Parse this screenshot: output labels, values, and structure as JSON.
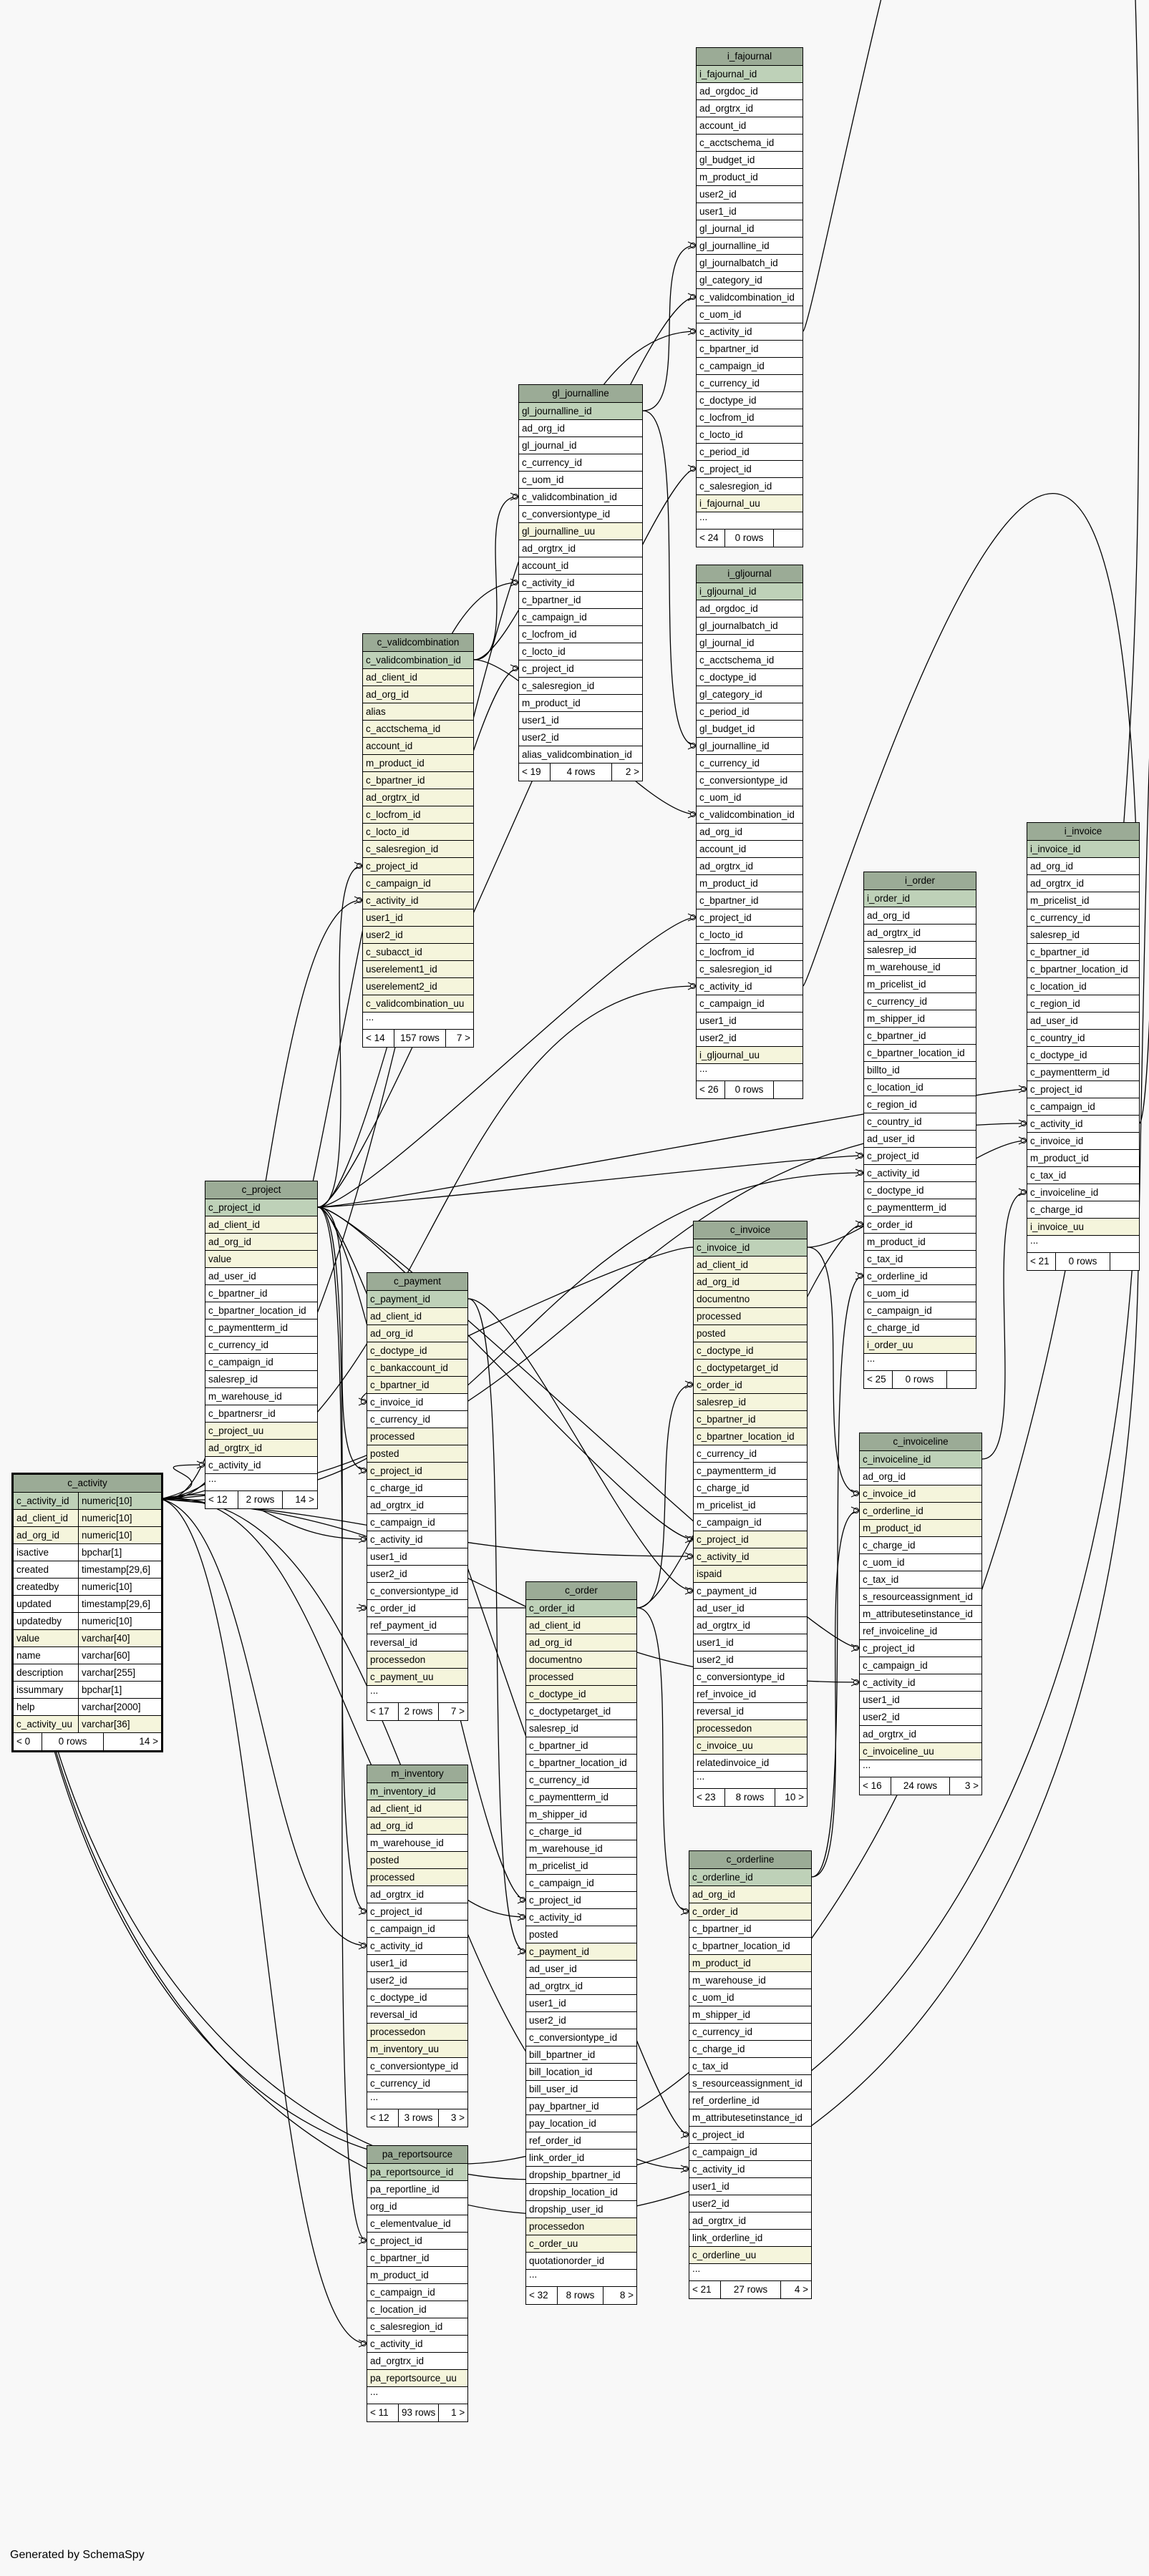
{
  "footer_text": "Generated by SchemaSpy",
  "colors": {
    "header": "#9bab96",
    "pk": "#bed1b8",
    "indexed": "#f5f5dc",
    "edge": "#000000",
    "background": "#f8f8f8"
  },
  "tables": {
    "i_fajournal": {
      "title": "i_fajournal",
      "rows": [
        "i_fajournal_id",
        "ad_orgdoc_id",
        "ad_orgtrx_id",
        "account_id",
        "c_acctschema_id",
        "gl_budget_id",
        "m_product_id",
        "user2_id",
        "user1_id",
        "gl_journal_id",
        "gl_journalline_id",
        "gl_journalbatch_id",
        "gl_category_id",
        "c_validcombination_id",
        "c_uom_id",
        "c_activity_id",
        "c_bpartner_id",
        "c_campaign_id",
        "c_currency_id",
        "c_doctype_id",
        "c_locfrom_id",
        "c_locto_id",
        "c_period_id",
        "c_project_id",
        "c_salesregion_id",
        "i_fajournal_uu",
        "..."
      ],
      "footer": [
        "< 24",
        "0 rows",
        ""
      ]
    },
    "gl_journalline": {
      "title": "gl_journalline",
      "rows": [
        "gl_journalline_id",
        "ad_org_id",
        "gl_journal_id",
        "c_currency_id",
        "c_uom_id",
        "c_validcombination_id",
        "c_conversiontype_id",
        "gl_journalline_uu",
        "ad_orgtrx_id",
        "account_id",
        "c_activity_id",
        "c_bpartner_id",
        "c_campaign_id",
        "c_locfrom_id",
        "c_locto_id",
        "c_project_id",
        "c_salesregion_id",
        "m_product_id",
        "user1_id",
        "user2_id",
        "alias_validcombination_id"
      ],
      "footer": [
        "< 19",
        "4 rows",
        "2 >"
      ]
    },
    "i_gljournal": {
      "title": "i_gljournal",
      "rows": [
        "i_gljournal_id",
        "ad_orgdoc_id",
        "gl_journalbatch_id",
        "gl_journal_id",
        "c_acctschema_id",
        "c_doctype_id",
        "gl_category_id",
        "c_period_id",
        "gl_budget_id",
        "gl_journalline_id",
        "c_currency_id",
        "c_conversiontype_id",
        "c_uom_id",
        "c_validcombination_id",
        "ad_org_id",
        "account_id",
        "ad_orgtrx_id",
        "m_product_id",
        "c_bpartner_id",
        "c_project_id",
        "c_locto_id",
        "c_locfrom_id",
        "c_salesregion_id",
        "c_activity_id",
        "c_campaign_id",
        "user1_id",
        "user2_id",
        "i_gljournal_uu",
        "..."
      ],
      "footer": [
        "< 26",
        "0 rows",
        ""
      ]
    },
    "c_validcombination": {
      "title": "c_validcombination",
      "rows": [
        "c_validcombination_id",
        "ad_client_id",
        "ad_org_id",
        "alias",
        "c_acctschema_id",
        "account_id",
        "m_product_id",
        "c_bpartner_id",
        "ad_orgtrx_id",
        "c_locfrom_id",
        "c_locto_id",
        "c_salesregion_id",
        "c_project_id",
        "c_campaign_id",
        "c_activity_id",
        "user1_id",
        "user2_id",
        "c_subacct_id",
        "userelement1_id",
        "userelement2_id",
        "c_validcombination_uu",
        "..."
      ],
      "footer": [
        "< 14",
        "157 rows",
        "7 >"
      ]
    },
    "i_invoice": {
      "title": "i_invoice",
      "rows": [
        "i_invoice_id",
        "ad_org_id",
        "ad_orgtrx_id",
        "m_pricelist_id",
        "c_currency_id",
        "salesrep_id",
        "c_bpartner_id",
        "c_bpartner_location_id",
        "c_location_id",
        "c_region_id",
        "ad_user_id",
        "c_country_id",
        "c_doctype_id",
        "c_paymentterm_id",
        "c_project_id",
        "c_campaign_id",
        "c_activity_id",
        "c_invoice_id",
        "m_product_id",
        "c_tax_id",
        "c_invoiceline_id",
        "c_charge_id",
        "i_invoice_uu",
        "..."
      ],
      "footer": [
        "< 21",
        "0 rows",
        ""
      ]
    },
    "i_order": {
      "title": "i_order",
      "rows": [
        "i_order_id",
        "ad_org_id",
        "ad_orgtrx_id",
        "salesrep_id",
        "m_warehouse_id",
        "m_pricelist_id",
        "c_currency_id",
        "m_shipper_id",
        "c_bpartner_id",
        "c_bpartner_location_id",
        "billto_id",
        "c_location_id",
        "c_region_id",
        "c_country_id",
        "ad_user_id",
        "c_project_id",
        "c_activity_id",
        "c_doctype_id",
        "c_paymentterm_id",
        "c_order_id",
        "m_product_id",
        "c_tax_id",
        "c_orderline_id",
        "c_uom_id",
        "c_campaign_id",
        "c_charge_id",
        "i_order_uu",
        "..."
      ],
      "footer": [
        "< 25",
        "0 rows",
        ""
      ]
    },
    "c_project": {
      "title": "c_project",
      "rows": [
        "c_project_id",
        "ad_client_id",
        "ad_org_id",
        "value",
        "ad_user_id",
        "c_bpartner_id",
        "c_bpartner_location_id",
        "c_paymentterm_id",
        "c_currency_id",
        "c_campaign_id",
        "salesrep_id",
        "m_warehouse_id",
        "c_bpartnersr_id",
        "c_project_uu",
        "ad_orgtrx_id",
        "c_activity_id",
        "..."
      ],
      "footer": [
        "< 12",
        "2 rows",
        "14 >"
      ]
    },
    "c_invoice": {
      "title": "c_invoice",
      "rows": [
        "c_invoice_id",
        "ad_client_id",
        "ad_org_id",
        "documentno",
        "processed",
        "posted",
        "c_doctype_id",
        "c_doctypetarget_id",
        "c_order_id",
        "salesrep_id",
        "c_bpartner_id",
        "c_bpartner_location_id",
        "c_currency_id",
        "c_paymentterm_id",
        "c_charge_id",
        "m_pricelist_id",
        "c_campaign_id",
        "c_project_id",
        "c_activity_id",
        "ispaid",
        "c_payment_id",
        "ad_user_id",
        "ad_orgtrx_id",
        "user1_id",
        "user2_id",
        "c_conversiontype_id",
        "ref_invoice_id",
        "reversal_id",
        "processedon",
        "c_invoice_uu",
        "relatedinvoice_id",
        "..."
      ],
      "footer": [
        "< 23",
        "8 rows",
        "10 >"
      ]
    },
    "c_payment": {
      "title": "c_payment",
      "rows": [
        "c_payment_id",
        "ad_client_id",
        "ad_org_id",
        "c_doctype_id",
        "c_bankaccount_id",
        "c_bpartner_id",
        "c_invoice_id",
        "c_currency_id",
        "processed",
        "posted",
        "c_project_id",
        "c_charge_id",
        "ad_orgtrx_id",
        "c_campaign_id",
        "c_activity_id",
        "user1_id",
        "user2_id",
        "c_conversiontype_id",
        "c_order_id",
        "ref_payment_id",
        "reversal_id",
        "processedon",
        "c_payment_uu",
        "..."
      ],
      "footer": [
        "< 17",
        "2 rows",
        "7 >"
      ]
    },
    "c_activity": {
      "title": "c_activity",
      "rows": [
        [
          "c_activity_id",
          "numeric[10]"
        ],
        [
          "ad_client_id",
          "numeric[10]"
        ],
        [
          "ad_org_id",
          "numeric[10]"
        ],
        [
          "isactive",
          "bpchar[1]"
        ],
        [
          "created",
          "timestamp[29,6]"
        ],
        [
          "createdby",
          "numeric[10]"
        ],
        [
          "updated",
          "timestamp[29,6]"
        ],
        [
          "updatedby",
          "numeric[10]"
        ],
        [
          "value",
          "varchar[40]"
        ],
        [
          "name",
          "varchar[60]"
        ],
        [
          "description",
          "varchar[255]"
        ],
        [
          "issummary",
          "bpchar[1]"
        ],
        [
          "help",
          "varchar[2000]"
        ],
        [
          "c_activity_uu",
          "varchar[36]"
        ]
      ],
      "footer": [
        "< 0",
        "0 rows",
        "14 >"
      ]
    },
    "c_invoiceline": {
      "title": "c_invoiceline",
      "rows": [
        "c_invoiceline_id",
        "ad_org_id",
        "c_invoice_id",
        "c_orderline_id",
        "m_product_id",
        "c_charge_id",
        "c_uom_id",
        "c_tax_id",
        "s_resourceassignment_id",
        "m_attributesetinstance_id",
        "ref_invoiceline_id",
        "c_project_id",
        "c_campaign_id",
        "c_activity_id",
        "user1_id",
        "user2_id",
        "ad_orgtrx_id",
        "c_invoiceline_uu",
        "..."
      ],
      "footer": [
        "< 16",
        "24 rows",
        "3 >"
      ]
    },
    "c_order": {
      "title": "c_order",
      "rows": [
        "c_order_id",
        "ad_client_id",
        "ad_org_id",
        "documentno",
        "processed",
        "c_doctype_id",
        "c_doctypetarget_id",
        "salesrep_id",
        "c_bpartner_id",
        "c_bpartner_location_id",
        "c_currency_id",
        "c_paymentterm_id",
        "m_shipper_id",
        "c_charge_id",
        "m_warehouse_id",
        "m_pricelist_id",
        "c_campaign_id",
        "c_project_id",
        "c_activity_id",
        "posted",
        "c_payment_id",
        "ad_user_id",
        "ad_orgtrx_id",
        "user1_id",
        "user2_id",
        "c_conversiontype_id",
        "bill_bpartner_id",
        "bill_location_id",
        "bill_user_id",
        "pay_bpartner_id",
        "pay_location_id",
        "ref_order_id",
        "link_order_id",
        "dropship_bpartner_id",
        "dropship_location_id",
        "dropship_user_id",
        "processedon",
        "c_order_uu",
        "quotationorder_id",
        "..."
      ],
      "footer": [
        "< 32",
        "8 rows",
        "8 >"
      ]
    },
    "m_inventory": {
      "title": "m_inventory",
      "rows": [
        "m_inventory_id",
        "ad_client_id",
        "ad_org_id",
        "m_warehouse_id",
        "posted",
        "processed",
        "ad_orgtrx_id",
        "c_project_id",
        "c_campaign_id",
        "c_activity_id",
        "user1_id",
        "user2_id",
        "c_doctype_id",
        "reversal_id",
        "processedon",
        "m_inventory_uu",
        "c_conversiontype_id",
        "c_currency_id",
        "..."
      ],
      "footer": [
        "< 12",
        "3 rows",
        "3 >"
      ]
    },
    "c_orderline": {
      "title": "c_orderline",
      "rows": [
        "c_orderline_id",
        "ad_org_id",
        "c_order_id",
        "c_bpartner_id",
        "c_bpartner_location_id",
        "m_product_id",
        "m_warehouse_id",
        "c_uom_id",
        "m_shipper_id",
        "c_currency_id",
        "c_charge_id",
        "c_tax_id",
        "s_resourceassignment_id",
        "ref_orderline_id",
        "m_attributesetinstance_id",
        "c_project_id",
        "c_campaign_id",
        "c_activity_id",
        "user1_id",
        "user2_id",
        "ad_orgtrx_id",
        "link_orderline_id",
        "c_orderline_uu",
        "..."
      ],
      "footer": [
        "< 21",
        "27 rows",
        "4 >"
      ]
    },
    "pa_reportsource": {
      "title": "pa_reportsource",
      "rows": [
        "pa_reportsource_id",
        "pa_reportline_id",
        "org_id",
        "c_elementvalue_id",
        "c_project_id",
        "c_bpartner_id",
        "m_product_id",
        "c_campaign_id",
        "c_location_id",
        "c_salesregion_id",
        "c_activity_id",
        "ad_orgtrx_id",
        "pa_reportsource_uu",
        "..."
      ],
      "footer": [
        "< 11",
        "93 rows",
        "1 >"
      ]
    }
  }
}
